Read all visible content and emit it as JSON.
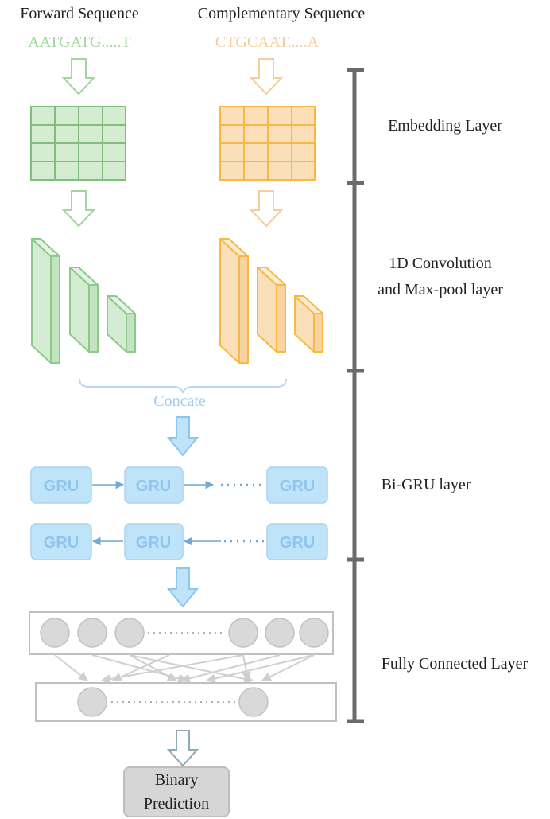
{
  "headers": {
    "forward": {
      "title": "Forward Sequence",
      "sequence": "AATGATG.....T"
    },
    "complementary": {
      "title": "Complementary Sequence",
      "sequence": "CTGCAAT.....A"
    }
  },
  "layers": {
    "embedding": "Embedding Layer",
    "conv_line1": "1D Convolution",
    "conv_line2": "and Max-pool layer",
    "bigru": "Bi-GRU layer",
    "fc": "Fully Connected Layer"
  },
  "concat_label": "Concate",
  "gru_label": "GRU",
  "output": {
    "line1": "Binary",
    "line2": "Prediction"
  },
  "colors": {
    "green": "#8dc98a",
    "green_fill": "#d4ecd2",
    "green_text": "#a3d69e",
    "orange": "#f5b944",
    "orange_fill": "#fbdfb9",
    "orange_text": "#f7cd99",
    "blue": "#a9d4f1",
    "blue_fill": "#bfe3f9",
    "blue_text": "#a6c9ec",
    "gru_text": "#8ec6ef",
    "arrow_line": "#6fa9d4",
    "gray_bar": "#6b6b6b",
    "node": "#d9d9d9",
    "frame": "#c0c0c0"
  }
}
